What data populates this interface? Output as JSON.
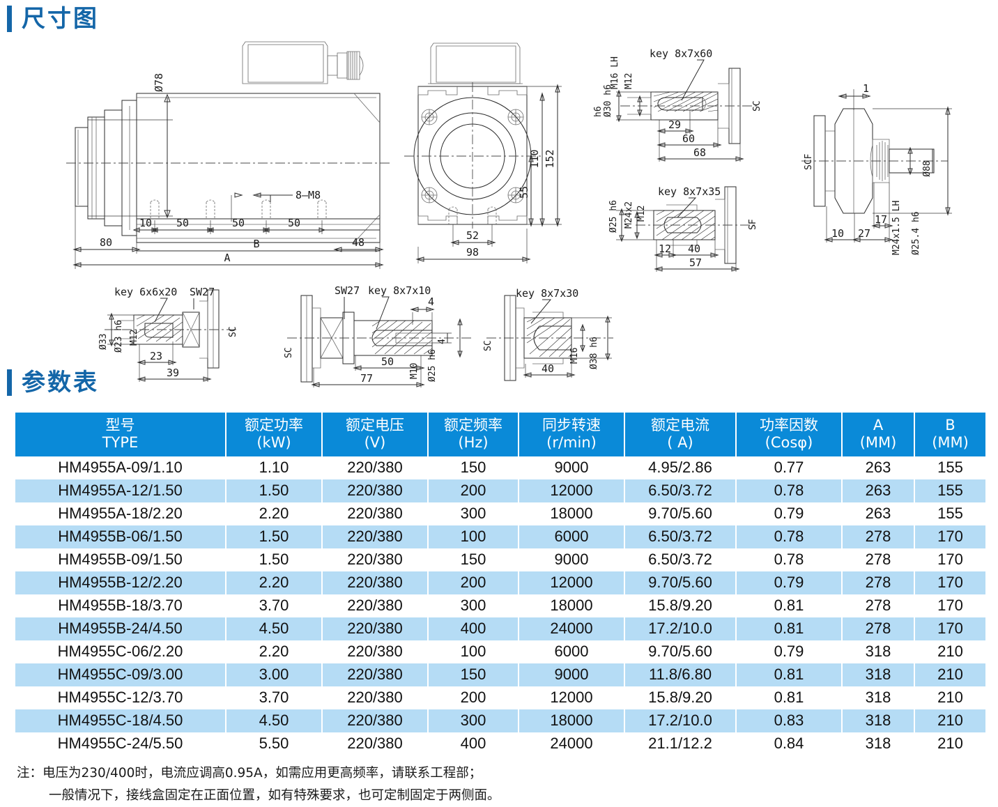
{
  "sections": {
    "dimension_drawing": {
      "title": "尺寸图"
    },
    "parameter_table": {
      "title": "参数表"
    }
  },
  "drawing": {
    "main_side_view": {
      "labels": [
        "Ø78",
        "8—M8",
        "10",
        "50",
        "50",
        "50",
        "80",
        "48",
        "B",
        "A"
      ]
    },
    "front_view": {
      "labels": [
        "152",
        "110",
        "55",
        "52",
        "98"
      ]
    },
    "shaft_sc_long": {
      "name": "SC",
      "labels": [
        "key 8x7x60",
        "M16 LH",
        "M12",
        "Ø30 h6",
        "29",
        "60",
        "68"
      ]
    },
    "shaft_sf": {
      "name": "SF",
      "labels": [
        "key 8x7x35",
        "Ø25 h6",
        "M24x2",
        "M12",
        "12",
        "40",
        "57"
      ]
    },
    "shaft_scf": {
      "name": "SCF",
      "labels": [
        "1",
        "Ø88",
        "17",
        "27",
        "10",
        "M24x1.5 LH",
        "Ø25.4 h6"
      ]
    },
    "shaft_sc_short": {
      "name": "SC",
      "labels": [
        "key 6x6x20",
        "SW27",
        "Ø33",
        "Ø23 h6",
        "M12",
        "23",
        "39"
      ]
    },
    "shaft_sc_mid": {
      "name": "SC",
      "labels": [
        "SW27",
        "key 8x7x10",
        "4",
        "4",
        "50",
        "77",
        "M10",
        "Ø25 h6"
      ]
    },
    "shaft_sc_taper": {
      "name": "SC",
      "labels": [
        "key 8x7x30",
        "M16",
        "Ø38 h6",
        "40"
      ]
    }
  },
  "table": {
    "headers": [
      {
        "cn": "型号",
        "unit": "TYPE"
      },
      {
        "cn": "额定功率",
        "unit": "(kW)"
      },
      {
        "cn": "额定电压",
        "unit": "(V)"
      },
      {
        "cn": "额定频率",
        "unit": "(Hz)"
      },
      {
        "cn": "同步转速",
        "unit": "(r/min)"
      },
      {
        "cn": "额定电流",
        "unit": "( A)"
      },
      {
        "cn": "功率因数",
        "unit": "(Cosφ)"
      },
      {
        "cn": "A",
        "unit": "(MM)"
      },
      {
        "cn": "B",
        "unit": "(MM)"
      }
    ],
    "rows": [
      [
        "HM4955A-09/1.10",
        "1.10",
        "220/380",
        "150",
        "9000",
        "4.95/2.86",
        "0.77",
        "263",
        "155"
      ],
      [
        "HM4955A-12/1.50",
        "1.50",
        "220/380",
        "200",
        "12000",
        "6.50/3.72",
        "0.78",
        "263",
        "155"
      ],
      [
        "HM4955A-18/2.20",
        "2.20",
        "220/380",
        "300",
        "18000",
        "9.70/5.60",
        "0.79",
        "263",
        "155"
      ],
      [
        "HM4955B-06/1.50",
        "1.50",
        "220/380",
        "100",
        "6000",
        "6.50/3.72",
        "0.78",
        "278",
        "170"
      ],
      [
        "HM4955B-09/1.50",
        "1.50",
        "220/380",
        "150",
        "9000",
        "6.50/3.72",
        "0.78",
        "278",
        "170"
      ],
      [
        "HM4955B-12/2.20",
        "2.20",
        "220/380",
        "200",
        "12000",
        "9.70/5.60",
        "0.79",
        "278",
        "170"
      ],
      [
        "HM4955B-18/3.70",
        "3.70",
        "220/380",
        "300",
        "18000",
        "15.8/9.20",
        "0.81",
        "278",
        "170"
      ],
      [
        "HM4955B-24/4.50",
        "4.50",
        "220/380",
        "400",
        "24000",
        "17.2/10.0",
        "0.81",
        "278",
        "170"
      ],
      [
        "HM4955C-06/2.20",
        "2.20",
        "220/380",
        "100",
        "6000",
        "9.70/5.60",
        "0.79",
        "318",
        "210"
      ],
      [
        "HM4955C-09/3.00",
        "3.00",
        "220/380",
        "150",
        "9000",
        "11.8/6.80",
        "0.81",
        "318",
        "210"
      ],
      [
        "HM4955C-12/3.70",
        "3.70",
        "220/380",
        "200",
        "12000",
        "15.8/9.20",
        "0.81",
        "318",
        "210"
      ],
      [
        "HM4955C-18/4.50",
        "4.50",
        "220/380",
        "300",
        "18000",
        "17.2/10.0",
        "0.83",
        "318",
        "210"
      ],
      [
        "HM4955C-24/5.50",
        "5.50",
        "220/380",
        "400",
        "24000",
        "21.1/12.2",
        "0.84",
        "318",
        "210"
      ]
    ]
  },
  "notes": {
    "line1": "注：电压为230/400时，电流应调高0.95A，如需应用更高频率，请联系工程部；",
    "line2": "一般情况下，接线盒固定在正面位置，如有特殊要求，也可定制固定于两侧面。"
  },
  "colors": {
    "brand_blue": "#1466a8",
    "header_blue": "#0a8ad8",
    "row_alt_blue": "#b5dcf5"
  }
}
